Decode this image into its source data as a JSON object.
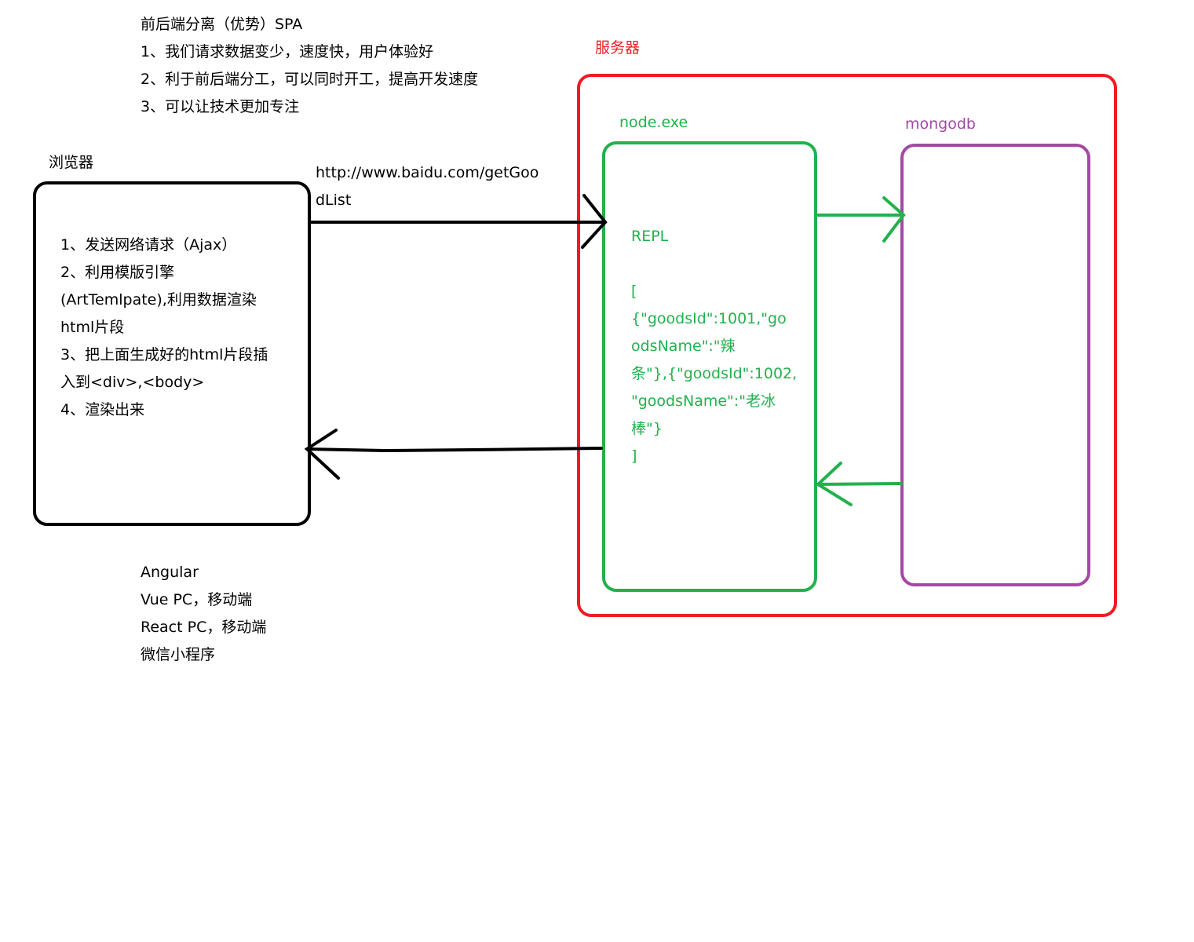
{
  "intro": {
    "lines": [
      "前后端分离（优势）SPA",
      "1、我们请求数据变少，速度快，用户体验好",
      "2、利于前后端分工，可以同时开工，提高开发速度",
      "3、可以让技术更加专注"
    ]
  },
  "browser": {
    "label": "浏览器",
    "steps": [
      "1、发送网络请求（Ajax）",
      "2、利用模版引擎",
      "(ArtTemlpate),利用数据渲染",
      "html片段",
      "3、把上面生成好的html片段插",
      "入到<div>,<body>",
      "4、渲染出来"
    ]
  },
  "request": {
    "url_lines": [
      "http://www.baidu.com/getGoo",
      "dList"
    ]
  },
  "server": {
    "label": "服务器",
    "color": "#ed1c24",
    "node": {
      "label": "node.exe",
      "color": "#22b14c",
      "repl_label": "REPL",
      "json_lines": [
        "[",
        "{\"goodsId\":1001,\"go",
        "odsName\":\"辣",
        "条\"},{\"goodsId\":1002,",
        "\"goodsName\":\"老冰",
        "棒\"}",
        "]"
      ]
    },
    "mongodb": {
      "label": "mongodb",
      "color": "#a349a4"
    }
  },
  "frameworks": {
    "lines": [
      "Angular",
      "Vue PC，移动端",
      "React PC，移动端",
      "微信小程序"
    ]
  }
}
